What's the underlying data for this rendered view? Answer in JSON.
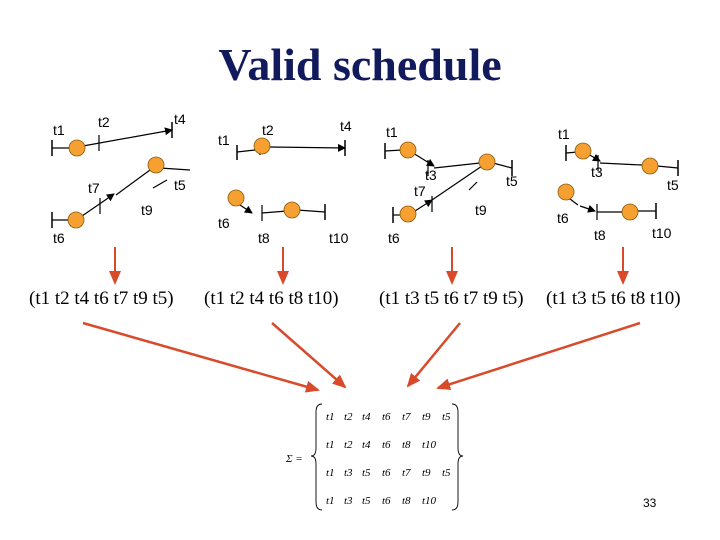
{
  "title": "Valid schedule",
  "schedules": [
    {
      "labels": [
        "t1",
        "t2",
        "t4",
        "t7",
        "t5",
        "t9",
        "t6"
      ],
      "sequence": "(t1 t2 t4 t6 t7 t9 t5)"
    },
    {
      "labels": [
        "t1",
        "t2",
        "t4",
        "t6",
        "t8",
        "t10"
      ],
      "sequence": "(t1 t2 t4 t6 t8 t10)"
    },
    {
      "labels": [
        "t1",
        "t3",
        "t7",
        "t5",
        "t9",
        "t6"
      ],
      "sequence": "(t1 t3 t5 t6 t7 t9 t5)"
    },
    {
      "labels": [
        "t1",
        "t3",
        "t5",
        "t6",
        "t8",
        "t10"
      ],
      "sequence": "(t1 t3 t5 t6 t8 t10)"
    }
  ],
  "matrix": {
    "label": "Σ =",
    "rows": [
      [
        "t1",
        "t2",
        "t4",
        "t6",
        "t7",
        "t9",
        "t5"
      ],
      [
        "t1",
        "t2",
        "t4",
        "t6",
        "t8",
        "t10"
      ],
      [
        "t1",
        "t3",
        "t5",
        "t6",
        "t7",
        "t9",
        "t5"
      ],
      [
        "t1",
        "t3",
        "t5",
        "t6",
        "t8",
        "t10"
      ]
    ]
  },
  "page_number": "33",
  "colors": {
    "title": "#111a5c",
    "node": "#f5a030",
    "arrow_red": "#d94a2b"
  }
}
